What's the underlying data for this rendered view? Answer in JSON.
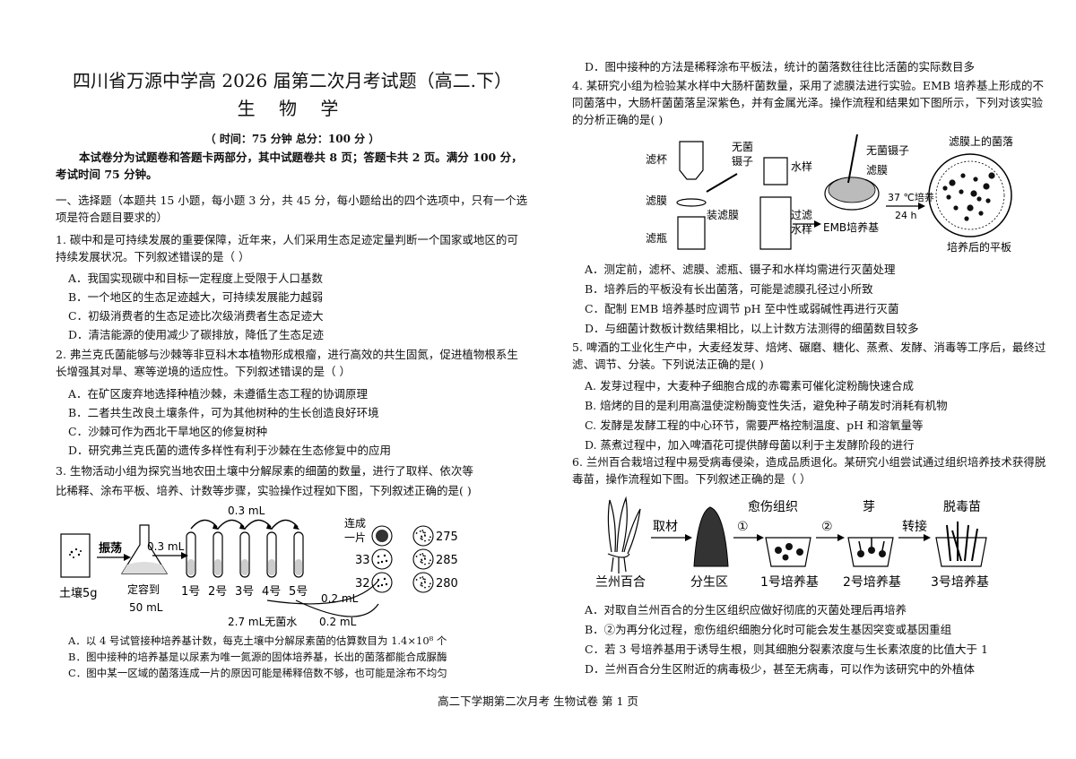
{
  "header": {
    "title": "四川省万源中学高 2026 届第二次月考试题（高二.下）",
    "subject": "生 物 学",
    "time_info": "（ 时间：75 分钟    总分：100 分  ）",
    "intro": "本试卷分为试题卷和答题卡两部分，其中试题卷共 8 页；答题卡共 2 页。满分 100 分，考试时间 75 分钟。"
  },
  "section1": {
    "heading": "一、选择题（本题共 15 小题，每小题 3 分，共 45 分，每小题给出的四个选项中，只有一个选项是符合题目要求的）"
  },
  "q1": {
    "stem": "1. 碳中和是可持续发展的重要保障，近年来，人们采用生态足迹定量判断一个国家或地区的可持续发展状况。下列叙述错误的是（       ）",
    "options": [
      "A．我国实现碳中和目标一定程度上受限于人口基数",
      "B．一个地区的生态足迹越大，可持续发展能力越弱",
      "C．初级消费者的生态足迹比次级消费者生态足迹大",
      "D．清洁能源的使用减少了碳排放，降低了生态足迹"
    ]
  },
  "q2": {
    "stem": "2. 弗兰克氏菌能够与沙棘等非豆科木本植物形成根瘤，进行高效的共生固氮，促进植物根系生长增强其对旱、寒等逆境的适应性。下列叙述错误的是（        ）",
    "options": [
      "A．在矿区废弃地选择种植沙棘，未遵循生态工程的协调原理",
      "B．二者共生改良土壤条件，可为其他树种的生长创造良好环境",
      "C．沙棘可作为西北干旱地区的修复树种",
      "D．研究弗兰克氏菌的遗传多样性有利于沙棘在生态修复中的应用"
    ]
  },
  "q3": {
    "stem1": "3. 生物活动小组为探究当地农田土壤中分解尿素的细菌的数量，进行了取样、依次等",
    "stem2": "比稀释、涂布平板、培养、计数等步骤，实验操作过程如下图，下列叙述正确的是(      )",
    "figure": {
      "soil": "土壤5g",
      "shake": "振荡",
      "dilute_label": "定容到",
      "volume": "50 mL",
      "transfer_small": "0.3 mL",
      "transfer_top": "0.3 mL",
      "tubes": [
        "1号",
        "2号",
        "3号",
        "4号",
        "5号"
      ],
      "sterile_water": "2.7 mL无菌水",
      "plate_transfer_a": "0.2 mL",
      "plate_transfer_b": "0.2 mL",
      "merged": "连成",
      "merged2": "一片",
      "counts_a": [
        "275",
        "285",
        "280"
      ],
      "counts_b": [
        "33",
        "32"
      ]
    },
    "options": [
      "A．以 4 号试管接种培养基计数，每克土壤中分解尿素菌的估算数目为 1.4×10⁸ 个",
      "B．图中接种的培养基是以尿素为唯一氮源的固体培养基，长出的菌落都能合成脲酶",
      "C．图中某一区域的菌落连成一片的原因可能是稀释倍数不够，也可能是涂布不均匀",
      "D．图中接种的方法是稀释涂布平板法，统计的菌落数往往比活菌的实际数目多"
    ]
  },
  "q4": {
    "stem": "4. 某研究小组为检验某水样中大肠杆菌数量，采用了滤膜法进行实验。EMB 培养基上形成的不同菌落中，大肠杆菌菌落呈深紫色，并有金属光泽。操作流程和结果如下图所示，下列对该实验的分析正确的是(        )",
    "figure": {
      "filter_cup": "滤杯",
      "membrane": "滤膜",
      "filter_bottle": "滤瓶",
      "sterile_tweezers": "无菌",
      "sterile_tweezers2": "镊子",
      "water_sample": "水样",
      "install": "装滤膜",
      "filter": "过滤",
      "filter2": "水样",
      "sterile_membrane": "无菌镊子",
      "membrane2": "滤膜",
      "emb": "EMB培养基",
      "culture": "37 ℃培养",
      "hours": "24 h",
      "colonies": "滤膜上的菌落",
      "after": "培养后的平板"
    },
    "options": [
      "A．测定前，滤杯、滤膜、滤瓶、镊子和水样均需进行灭菌处理",
      "B．培养后的平板没有长出菌落，可能是滤膜孔径过小所致",
      "C．配制  EMB  培养基时应调节  pH  至中性或弱碱性再进行灭菌",
      "D．与细菌计数板计数结果相比，以上计数方法测得的细菌数目较多"
    ]
  },
  "q5": {
    "stem": "5. 啤酒的工业化生产中，大麦经发芽、焙烤、碾磨、糖化、蒸煮、发酵、消毒等工序后，最终过滤、调节、分装。下列说法正确的是(        )",
    "options": [
      "A. 发芽过程中，大麦种子细胞合成的赤霉素可催化淀粉酶快速合成",
      "B. 焙烤的目的是利用高温使淀粉酶变性失活，避免种子萌发时消耗有机物",
      "C. 发酵是发酵工程的中心环节，需要严格控制温度、pH 和溶氧量等",
      "D. 蒸煮过程中，加入啤酒花可提供酵母菌以利于主发酵阶段的进行"
    ]
  },
  "q6": {
    "stem": "6. 兰州百合栽培过程中易受病毒侵染，造成品质退化。某研究小组尝试通过组织培养技术获得脱毒苗，操作流程如下图。下列叙述正确的是（         ）",
    "figure": {
      "callus": "愈伤组织",
      "bud": "芽",
      "seedling": "脱毒苗",
      "take": "取材",
      "step1": "①",
      "step2": "②",
      "transfer": "转接",
      "lily": "兰州百合",
      "meristem": "分生区",
      "medium1": "1号培养基",
      "medium2": "2号培养基",
      "medium3": "3号培养基"
    },
    "options": [
      "A．对取自兰州百合的分生区组织应做好彻底的灭菌处理后再培养",
      "B．②为再分化过程，愈伤组织细胞分化时可能会发生基因突变或基因重组",
      "C．若 3 号培养基用于诱导生根，则其细胞分裂素浓度与生长素浓度的比值大于 1",
      "D．兰州百合分生区附近的病毒极少，甚至无病毒，可以作为该研究中的外植体"
    ]
  },
  "footer": "高二下学期第二次月考  生物试卷  第 1 页"
}
